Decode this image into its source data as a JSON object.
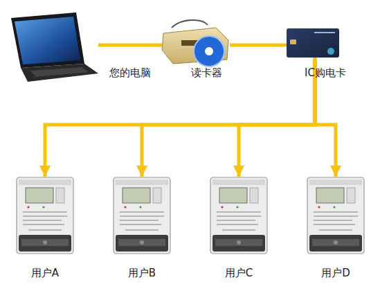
{
  "diagram": {
    "nodes": [
      {
        "text": [
          "您的电脑"
        ]
      },
      {
        "text": [
          "读卡器"
        ]
      },
      {
        "text": [
          "IC购电卡"
        ]
      },
      {
        "text": [
          "用户A"
        ]
      },
      {
        "text": [
          "用户B"
        ]
      },
      {
        "text": [
          "用户C"
        ]
      },
      {
        "text": [
          "用户D"
        ]
      }
    ],
    "edges": [
      {
        "from": 0,
        "to": 1,
        "arrow": "none"
      },
      {
        "from": 1,
        "to": 2,
        "arrow": "none"
      },
      {
        "from": 2,
        "to": 3,
        "arrow": "to"
      },
      {
        "from": 2,
        "to": 4,
        "arrow": "to"
      },
      {
        "from": 2,
        "to": 5,
        "arrow": "to"
      },
      {
        "from": 2,
        "to": 6,
        "arrow": "to"
      }
    ]
  }
}
